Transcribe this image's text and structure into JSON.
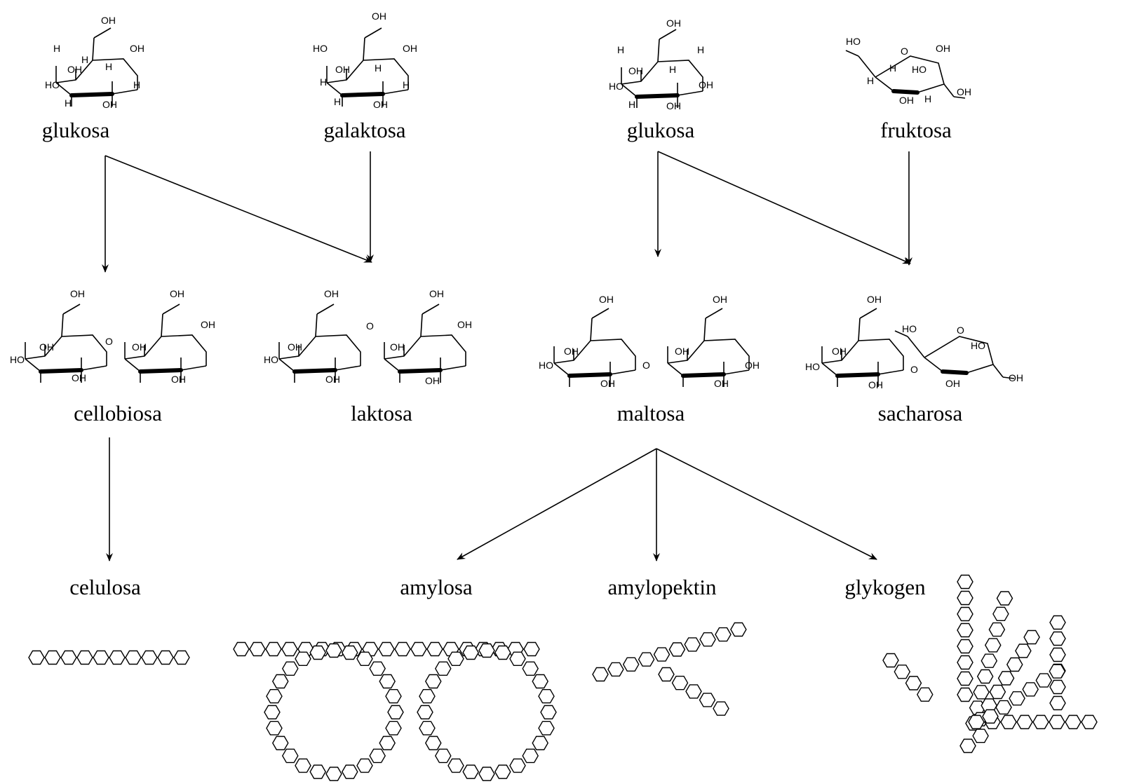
{
  "monomers": [
    {
      "name": "glukosa"
    },
    {
      "name": "galaktosa"
    },
    {
      "name": "glukosa"
    },
    {
      "name": "fruktosa"
    }
  ],
  "disaccharides": [
    {
      "name": "cellobiosa"
    },
    {
      "name": "laktosa"
    },
    {
      "name": "maltosa"
    },
    {
      "name": "sacharosa"
    }
  ],
  "polysaccharides": [
    {
      "name": "celulosa"
    },
    {
      "name": "amylosa"
    },
    {
      "name": "amylopektin"
    },
    {
      "name": "glykogen"
    }
  ],
  "atoms": {
    "oh": "OH",
    "ho": "HO",
    "h": "H",
    "o": "O"
  }
}
